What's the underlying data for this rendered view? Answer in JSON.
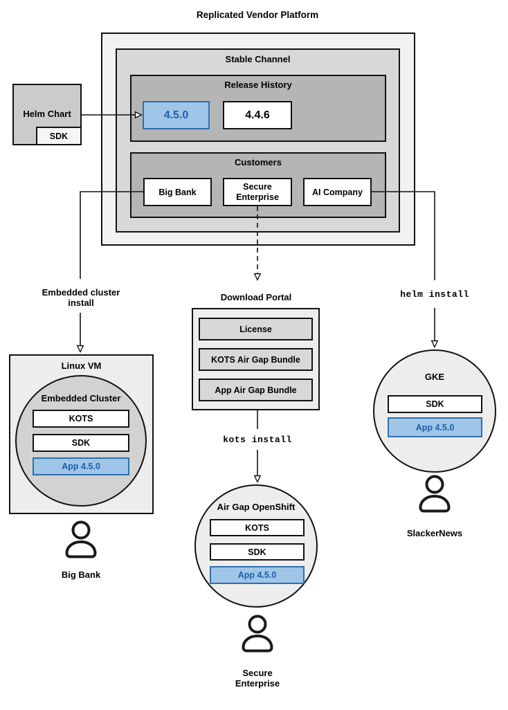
{
  "title": "Replicated Vendor Platform",
  "platform": {
    "stable_channel": {
      "label": "Stable Channel",
      "release_history": {
        "label": "Release History",
        "releases": [
          {
            "version": "4.5.0",
            "highlighted": true
          },
          {
            "version": "4.4.6",
            "highlighted": false
          }
        ]
      },
      "customers": {
        "label": "Customers",
        "items": [
          {
            "name": "Big Bank"
          },
          {
            "name": "Secure Enterprise"
          },
          {
            "name": "AI Company"
          }
        ]
      }
    }
  },
  "helm_chart": {
    "label": "Helm Chart",
    "sdk_label": "SDK"
  },
  "installs": {
    "embedded_cluster": {
      "arrow_label": "Embedded cluster install",
      "vm": {
        "label": "Linux VM",
        "cluster_label": "Embedded Cluster",
        "components": [
          "KOTS",
          "SDK",
          "App 4.5.0"
        ]
      },
      "persona": "Big Bank"
    },
    "air_gap": {
      "portal": {
        "label": "Download Portal",
        "items": [
          "License",
          "KOTS Air Gap Bundle",
          "App Air Gap Bundle"
        ]
      },
      "arrow_label": "kots install",
      "cluster": {
        "label": "Air Gap OpenShift",
        "components": [
          "KOTS",
          "SDK",
          "App 4.5.0"
        ]
      },
      "persona": "Secure Enterprise"
    },
    "helm": {
      "arrow_label": "helm install",
      "cluster": {
        "label": "GKE",
        "components": [
          "SDK",
          "App 4.5.0"
        ]
      },
      "persona": "SlackerNews"
    }
  },
  "colors": {
    "highlight_fill": "#9fc5e8",
    "highlight_border": "#2e6fae",
    "highlight_text": "#1f5fa8"
  }
}
